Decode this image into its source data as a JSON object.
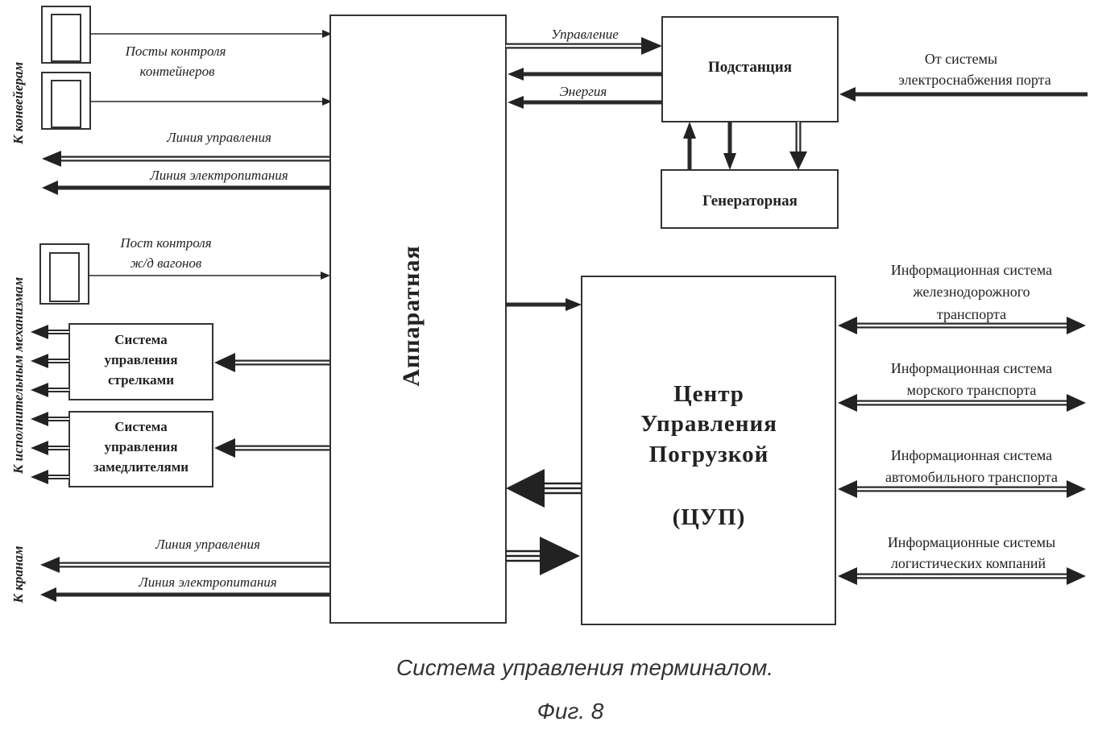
{
  "left_side": {
    "to_conveyors": "К конвейерам",
    "to_actuators": "К исполнительным механизмам",
    "to_cranes": "К кранам"
  },
  "posts": {
    "container_line1": "Посты контроля",
    "container_line2": "контейнеров",
    "rail_line1": "Пост контроля",
    "rail_line2": "ж/д вагонов"
  },
  "lines": {
    "control_top": "Линия управления",
    "power_top": "Линия электропитания",
    "control_bottom": "Линия управления",
    "power_bottom": "Линия электропитания",
    "control_to_substation": "Управление",
    "energy_from_substation": "Энергия"
  },
  "blocks": {
    "switch_system": [
      "Система",
      "управления",
      "стрелками"
    ],
    "retarder_system": [
      "Система",
      "управления",
      "замедлителями"
    ],
    "apparatus": "Аппаратная",
    "substation": "Подстанция",
    "generator": "Генераторная",
    "center": [
      "Центр",
      "Управления",
      "Погрузкой",
      "(ЦУП)"
    ]
  },
  "power_source": [
    "От системы",
    "электроснабжения порта"
  ],
  "info_systems": [
    [
      "Информационная система",
      "железнодорожного",
      "транспорта"
    ],
    [
      "Информационная система",
      "морского транспорта"
    ],
    [
      "Информационная система",
      "автомобильного транспорта"
    ],
    [
      "Информационные системы",
      "логистических компаний"
    ]
  ],
  "caption": {
    "title": "Система управления терминалом.",
    "figure": "Фиг. 8"
  }
}
